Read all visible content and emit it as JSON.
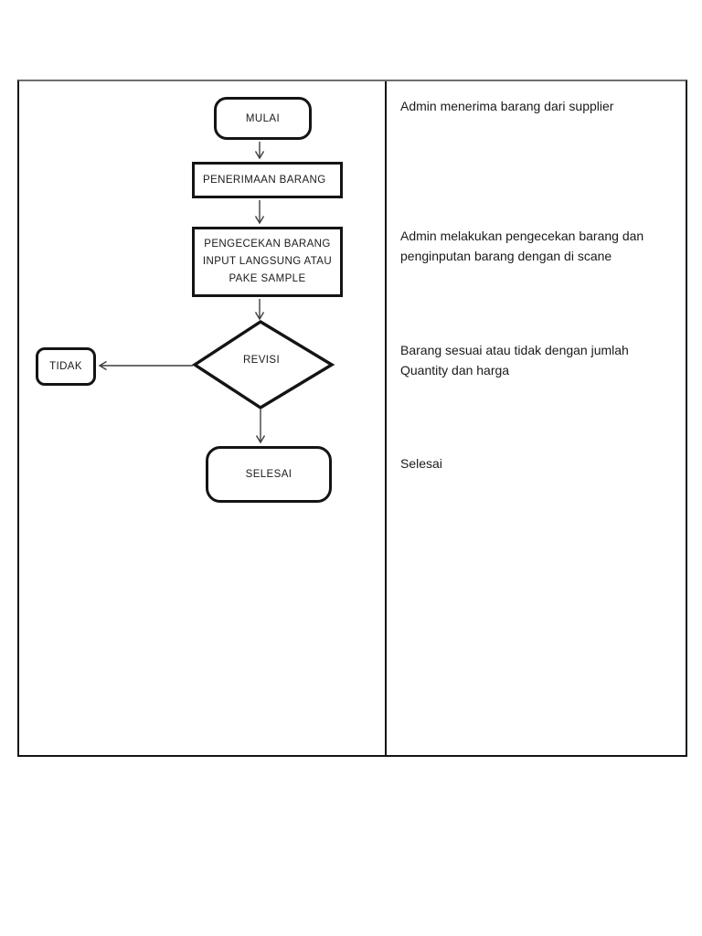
{
  "document": {
    "flowchart": {
      "nodes": {
        "mulai": {
          "label": "MULAI",
          "type": "terminator"
        },
        "penerimaan": {
          "label": "PENERIMAAN BARANG",
          "type": "process"
        },
        "pengecekan": {
          "label": "PENGECEKAN BARANG\nINPUT LANGSUNG ATAU\nPAKE SAMPLE",
          "type": "process"
        },
        "revisi": {
          "label": "REVISI",
          "type": "decision"
        },
        "tidak": {
          "label": "TIDAK",
          "type": "terminator"
        },
        "selesai": {
          "label": "SELESAI",
          "type": "terminator"
        }
      },
      "edges": [
        {
          "from": "mulai",
          "to": "penerimaan"
        },
        {
          "from": "penerimaan",
          "to": "pengecekan"
        },
        {
          "from": "pengecekan",
          "to": "revisi"
        },
        {
          "from": "revisi",
          "to": "tidak"
        },
        {
          "from": "revisi",
          "to": "selesai"
        }
      ]
    },
    "annotations": [
      {
        "text": "Admin menerima barang dari supplier"
      },
      {
        "text": "Admin melakukan pengecekan barang dan\npenginputan barang dengan di scane"
      },
      {
        "text": "Barang sesuai atau tidak dengan jumlah\nQuantity dan harga"
      },
      {
        "text": "Selesai"
      }
    ],
    "colors": {
      "node_border": "#141414",
      "arrow": "#3f3f3f",
      "table_top_border": "#6e6e6e",
      "table_border": "#141414",
      "background": "#ffffff"
    }
  }
}
